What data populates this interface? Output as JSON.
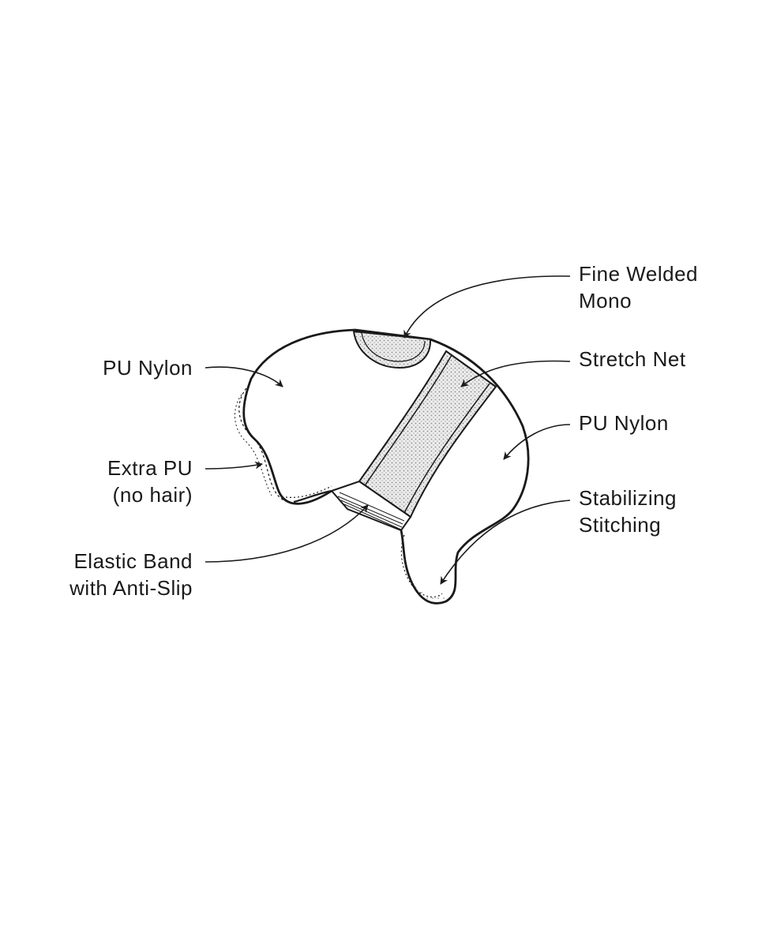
{
  "diagram": {
    "labels": {
      "fine_welded_mono": {
        "line1": "Fine Welded",
        "line2": "Mono"
      },
      "stretch_net": {
        "line1": "Stretch Net"
      },
      "pu_nylon_right": {
        "line1": "PU Nylon"
      },
      "stabilizing_stitching": {
        "line1": "Stabilizing",
        "line2": "Stitching"
      },
      "pu_nylon_left": {
        "line1": "PU Nylon"
      },
      "extra_pu": {
        "line1": "Extra PU",
        "line2": "(no hair)"
      },
      "elastic_band": {
        "line1": "Elastic Band",
        "line2": "with Anti-Slip"
      }
    },
    "colors": {
      "outline": "#1a1a1a",
      "mesh_fill": "#d9d9d9",
      "background": "#ffffff"
    }
  }
}
